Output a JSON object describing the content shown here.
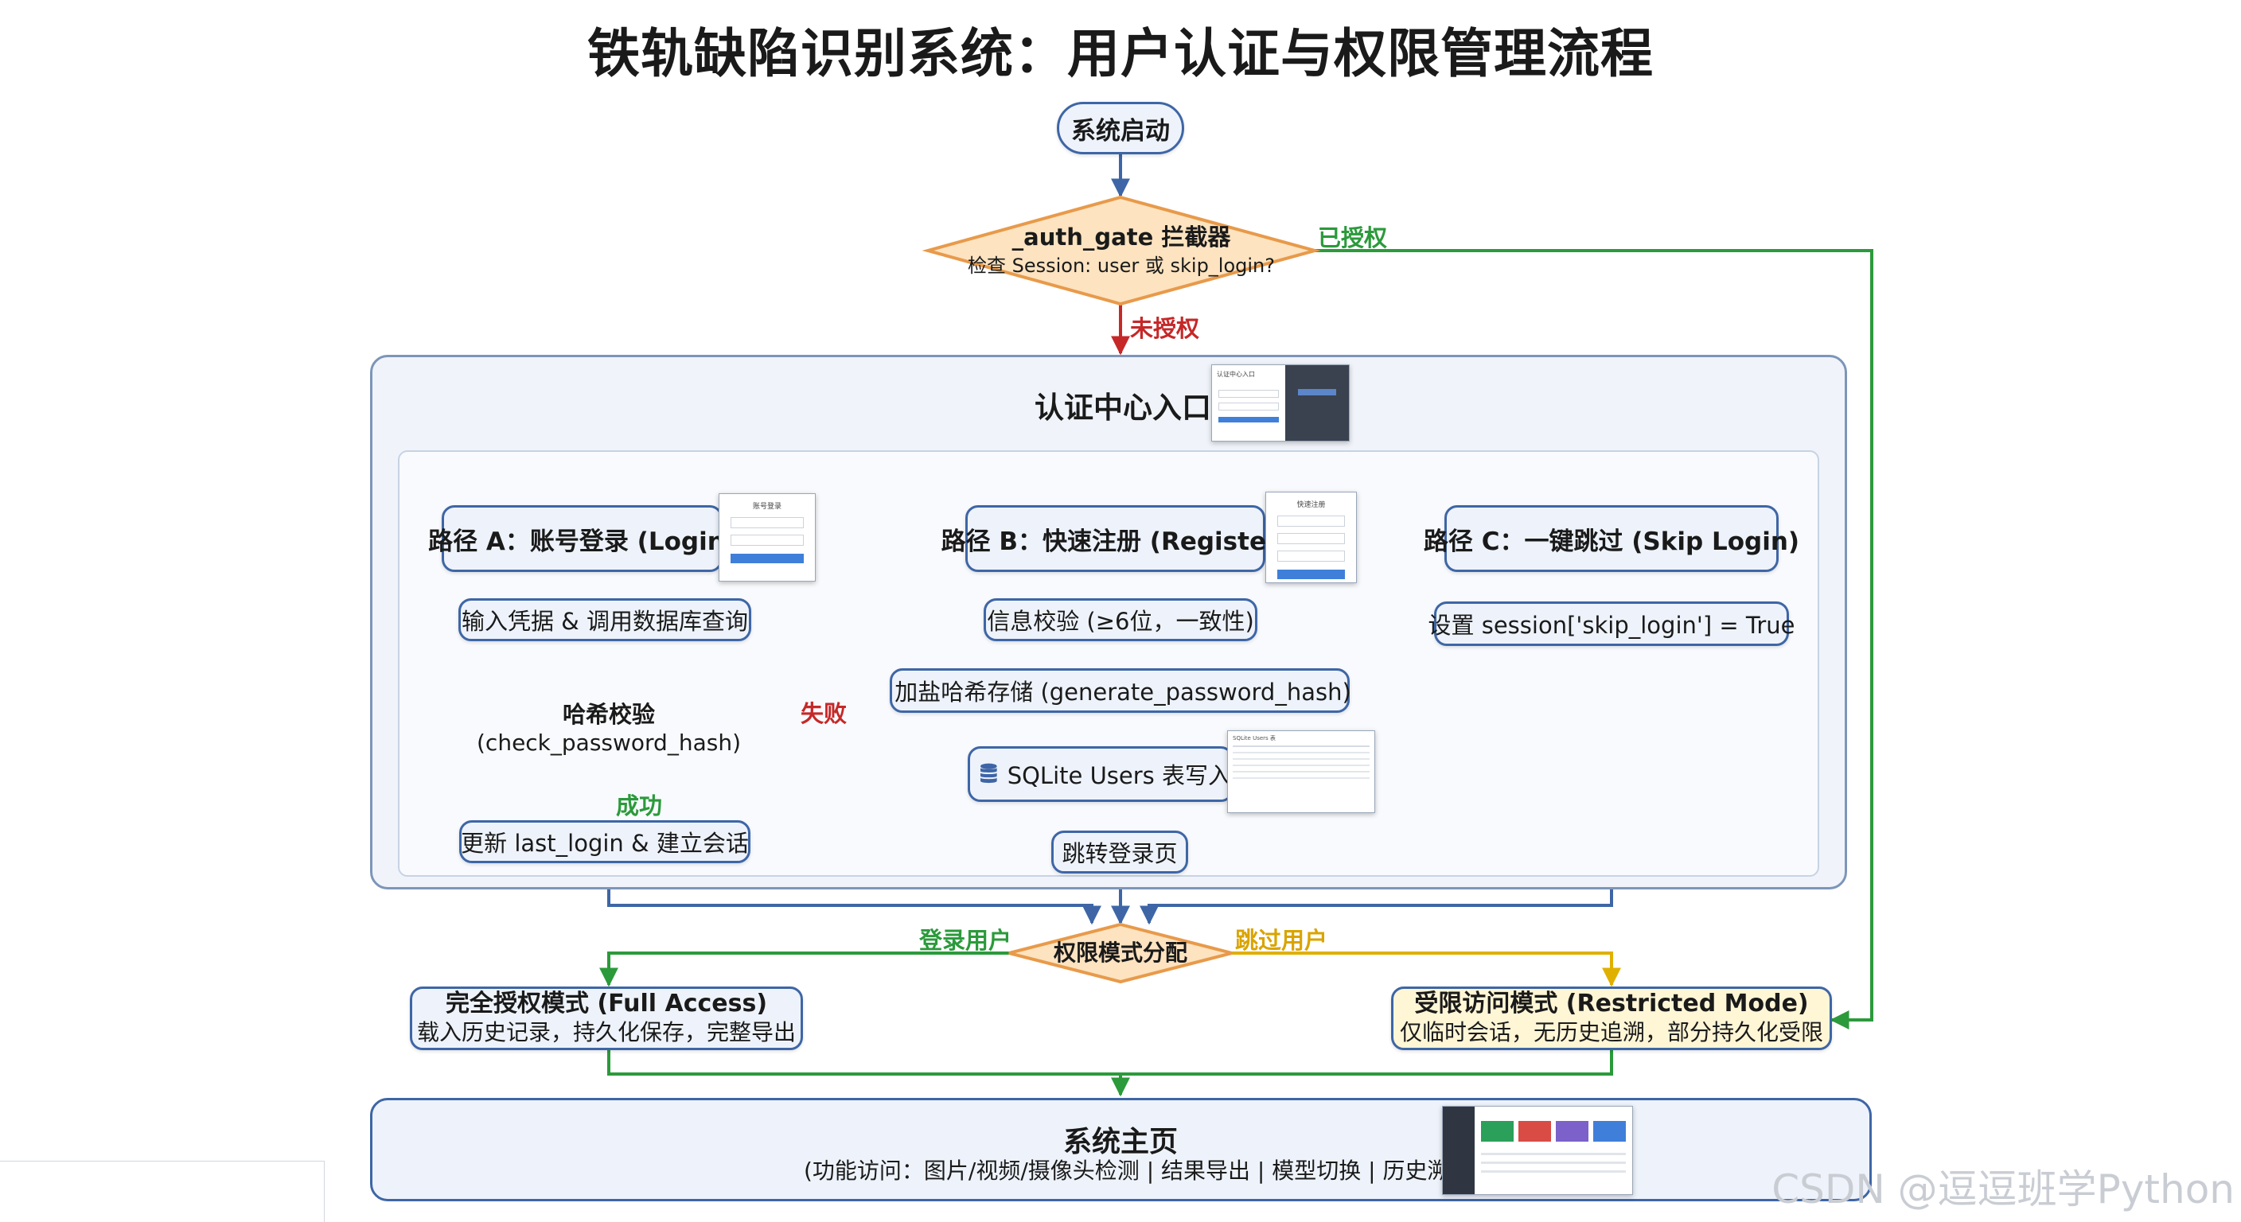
{
  "title": "铁轨缺陷识别系统：用户认证与权限管理流程",
  "start": "系统启动",
  "auth_gate": {
    "name": "_auth_gate 拦截器",
    "check": "检查 Session: user 或 skip_login?"
  },
  "edge_labels": {
    "authorized": "已授权",
    "unauthorized": "未授权",
    "fail": "失败",
    "success": "成功",
    "login_user": "登录用户",
    "skip_user": "跳过用户"
  },
  "auth_center": {
    "title": "认证中心入口"
  },
  "path_a": {
    "title": "路径 A：账号登录 (Login)",
    "step1": "输入凭据 & 调用数据库查询",
    "hash_check": "哈希校验",
    "hash_fn": "(check_password_hash)",
    "step2": "更新 last_login & 建立会话"
  },
  "path_b": {
    "title": "路径 B：快速注册 (Register)",
    "step1": "信息校验 (≥6位，一致性)",
    "step2": "加盐哈希存储 (generate_password_hash)",
    "step3": "SQLite Users 表写入",
    "step4": "跳转登录页"
  },
  "path_c": {
    "title": "路径 C：一键跳过 (Skip Login)",
    "step1": "设置 session['skip_login'] = True"
  },
  "permission": "权限模式分配",
  "full_access": {
    "title": "完全授权模式 (Full Access)",
    "desc": "载入历史记录，持久化保存，完整导出"
  },
  "restricted": {
    "title": "受限访问模式 (Restricted Mode)",
    "desc": "仅临时会话，无历史追溯，部分持久化受限"
  },
  "homepage": {
    "title": "系统主页",
    "desc": "(功能访问：图片/视频/摄像头检测 | 结果导出 | 模型切换 | 历史溯源)"
  },
  "thumbnails": {
    "auth_center_shot": "认证中心入口",
    "login_shot": "账号登录",
    "register_shot": "快速注册",
    "sqlite_shot": "SQLite Users 表"
  },
  "watermark": "CSDN @逗逗班学Python",
  "colors": {
    "blue": "#3e66a6",
    "green": "#2b9a3b",
    "red": "#c62828",
    "gold": "#e0b000",
    "diamond_fill": "#fde3c0",
    "diamond_stroke": "#e89a4a"
  }
}
